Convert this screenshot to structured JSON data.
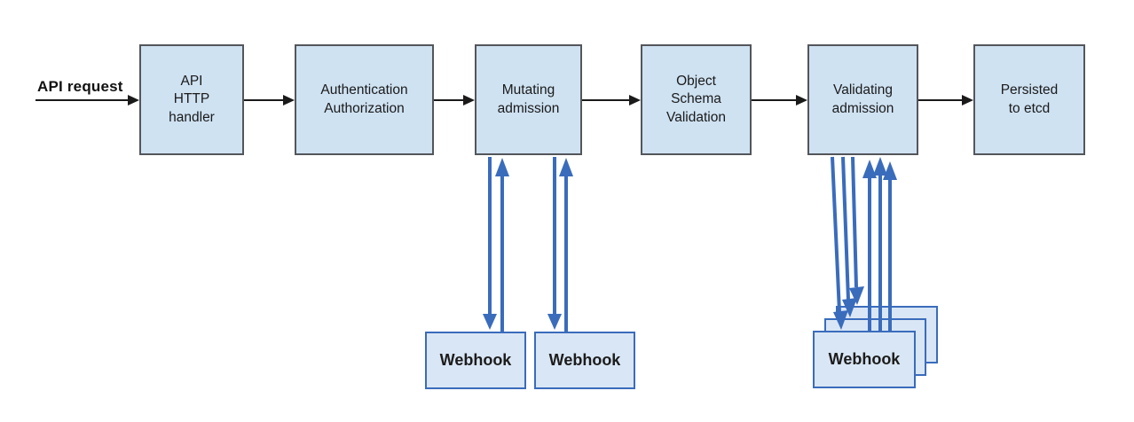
{
  "diagram": {
    "entry_label": "API request",
    "flow_boxes": [
      {
        "id": "api-http-handler",
        "label": "API\nHTTP\nhandler"
      },
      {
        "id": "authentication-authorization",
        "label": "Authentication\nAuthorization"
      },
      {
        "id": "mutating-admission",
        "label": "Mutating\nadmission"
      },
      {
        "id": "object-schema-validation",
        "label": "Object\nSchema\nValidation"
      },
      {
        "id": "validating-admission",
        "label": "Validating\nadmission"
      },
      {
        "id": "persisted-to-etcd",
        "label": "Persisted\nto etcd"
      }
    ],
    "mutating_webhooks": [
      {
        "label": "Webhook"
      },
      {
        "label": "Webhook"
      }
    ],
    "validating_webhook_stack": {
      "label": "Webhook",
      "stacked_copies": 3
    },
    "colors": {
      "box_fill": "#cfe2f2",
      "box_border": "#53565a",
      "webhook_fill": "#d9e6f5",
      "webhook_border": "#3a6cbc",
      "flow_arrow": "#1a1a1a",
      "webhook_arrow": "#3a6cbc"
    }
  }
}
